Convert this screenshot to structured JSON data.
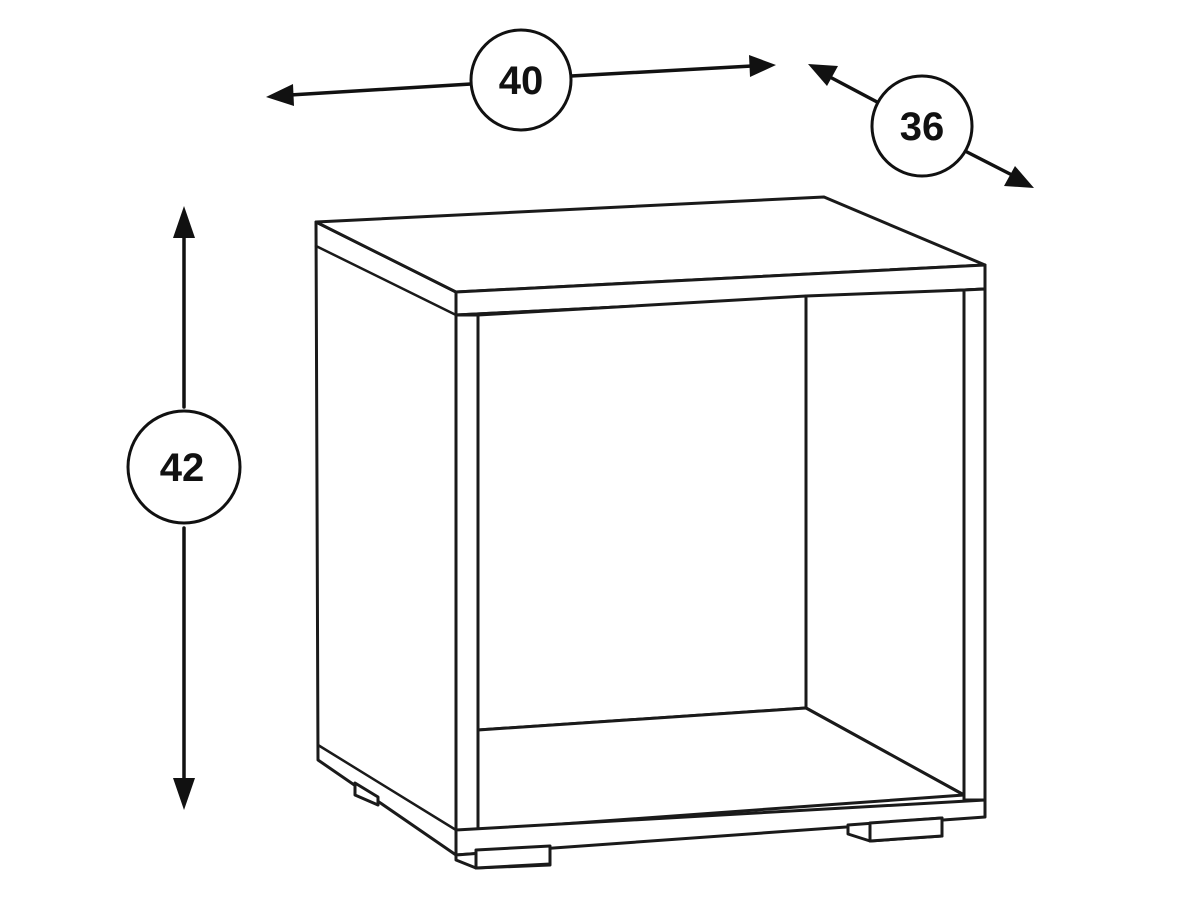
{
  "dimensions": {
    "width": {
      "value": "40"
    },
    "depth": {
      "value": "36"
    },
    "height": {
      "value": "42"
    }
  },
  "colors": {
    "line": "#1a1a1a",
    "background": "#ffffff"
  }
}
